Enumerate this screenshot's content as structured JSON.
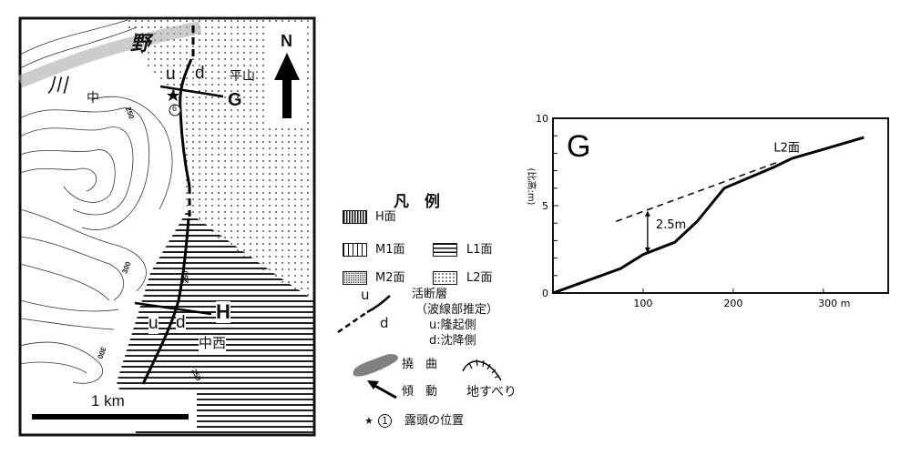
{
  "map": {
    "north_label": "N",
    "place_labels": {
      "no": "野",
      "kawa": "川",
      "naka": "中",
      "hirayama": "平山",
      "nakanishi": "中西"
    },
    "contour_labels": [
      "250",
      "300",
      "250",
      "300",
      "250"
    ],
    "profile_G": {
      "label": "G",
      "u": "u",
      "d": "d"
    },
    "profile_H": {
      "label": "H",
      "u": "u",
      "d": "d"
    },
    "outcrop_number": "6",
    "scale_label": "1 km"
  },
  "legend": {
    "title": "凡　例",
    "items": {
      "H": "H面",
      "M1": "M1面",
      "L1": "L1面",
      "M2": "M2面",
      "L2": "L2面",
      "fault": "活断層",
      "fault_note": "（波線部推定）",
      "fault_u": "u:隆起側",
      "fault_d": "d:沈降側",
      "fault_sym_u": "u",
      "fault_sym_d": "d",
      "flexure": "撓　曲",
      "tilt": "傾　動",
      "landslide": "地すべり",
      "outcrop_star": "★",
      "outcrop_num": "1",
      "outcrop": "露頭の位置"
    }
  },
  "chart_data": {
    "type": "line",
    "title": "G",
    "ylabel": "(比高:m)",
    "xlabel": "m",
    "xlim": [
      0,
      370
    ],
    "ylim": [
      0,
      10
    ],
    "x_ticks": [
      {
        "v": 100,
        "label": "100"
      },
      {
        "v": 200,
        "label": "200"
      },
      {
        "v": 300,
        "label": "300 m"
      }
    ],
    "y_ticks": [
      {
        "v": 0,
        "label": "0"
      },
      {
        "v": 5,
        "label": "5"
      },
      {
        "v": 10,
        "label": "10"
      }
    ],
    "series": [
      {
        "name": "profile",
        "style": "solid",
        "x": [
          0,
          75,
          100,
          135,
          160,
          190,
          245,
          265,
          345
        ],
        "y": [
          0,
          1.4,
          2.2,
          2.9,
          4.1,
          6.0,
          7.2,
          7.7,
          8.9
        ]
      },
      {
        "name": "L2 extension",
        "style": "dashed",
        "x": [
          70,
          250
        ],
        "y": [
          4.1,
          7.5
        ]
      }
    ],
    "annotations": [
      {
        "text": "L2面",
        "x": 245,
        "y": 8.1
      },
      {
        "text": "2.5m",
        "x": 105,
        "y_from": 2.3,
        "y_to": 4.7
      }
    ]
  }
}
